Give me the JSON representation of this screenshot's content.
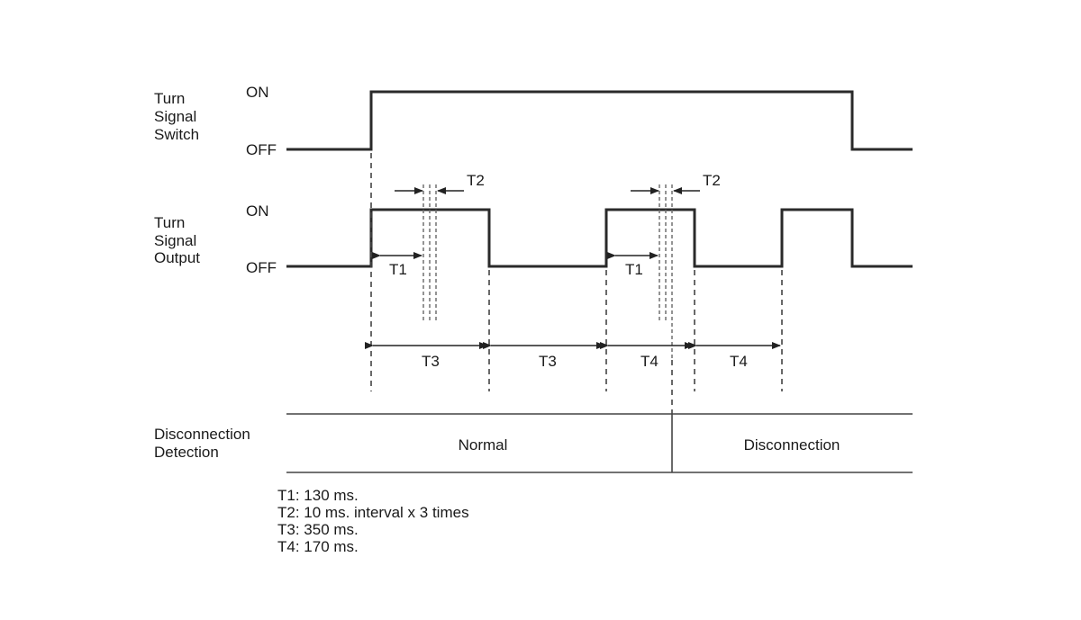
{
  "signals": {
    "switch": {
      "label_lines": [
        "Turn",
        "Signal",
        "Switch"
      ],
      "on_label": "ON",
      "off_label": "OFF"
    },
    "output": {
      "label_lines": [
        "Turn",
        "Signal",
        "Output"
      ],
      "on_label": "ON",
      "off_label": "OFF"
    }
  },
  "detection": {
    "label_lines": [
      "Disconnection",
      "Detection"
    ],
    "normal_label": "Normal",
    "disconnection_label": "Disconnection"
  },
  "interval_labels": {
    "t1": [
      "T1",
      "T1"
    ],
    "t2": [
      "T2",
      "T2"
    ],
    "t3": [
      "T3",
      "T3"
    ],
    "t4": [
      "T4",
      "T4"
    ]
  },
  "legend": [
    "T1: 130 ms.",
    "T2: 10 ms. interval x 3 times",
    "T3: 350 ms.",
    "T4: 170 ms."
  ]
}
